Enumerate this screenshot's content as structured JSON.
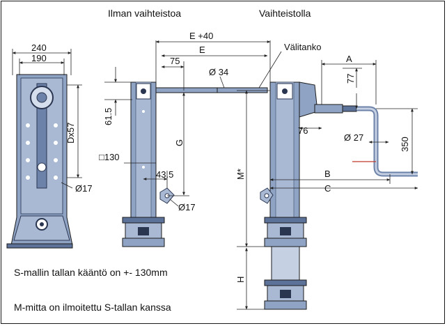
{
  "headings": {
    "left": "Ilman vaihteistoa",
    "right": "Vaihteistolla"
  },
  "labels": {
    "w240": "240",
    "w190": "190",
    "d61_5": "61.5",
    "dx57": "Dx57",
    "d17a": "Ø17",
    "d75": "75",
    "d34": "Ø 34",
    "e40": "E +40",
    "e": "E",
    "valitanko": "Välitanko",
    "g": "G",
    "sq130": "□130",
    "d43_5": "43.5",
    "d17b": "Ø17",
    "m": "M*",
    "h": "H",
    "a": "A",
    "d77": "77",
    "d76": "76",
    "d27": "Ø 27",
    "d350": "350",
    "b": "B",
    "c": "C"
  },
  "notes": {
    "line1": "S-mallin tallan kääntö on +- 130mm",
    "line2": "M-mitta on ilmoitettu S-tallan kanssa"
  },
  "colors": {
    "body": "#8fa3c4",
    "body_dark": "#5d7299",
    "line": "#1b1b1b",
    "dim": "#222"
  }
}
